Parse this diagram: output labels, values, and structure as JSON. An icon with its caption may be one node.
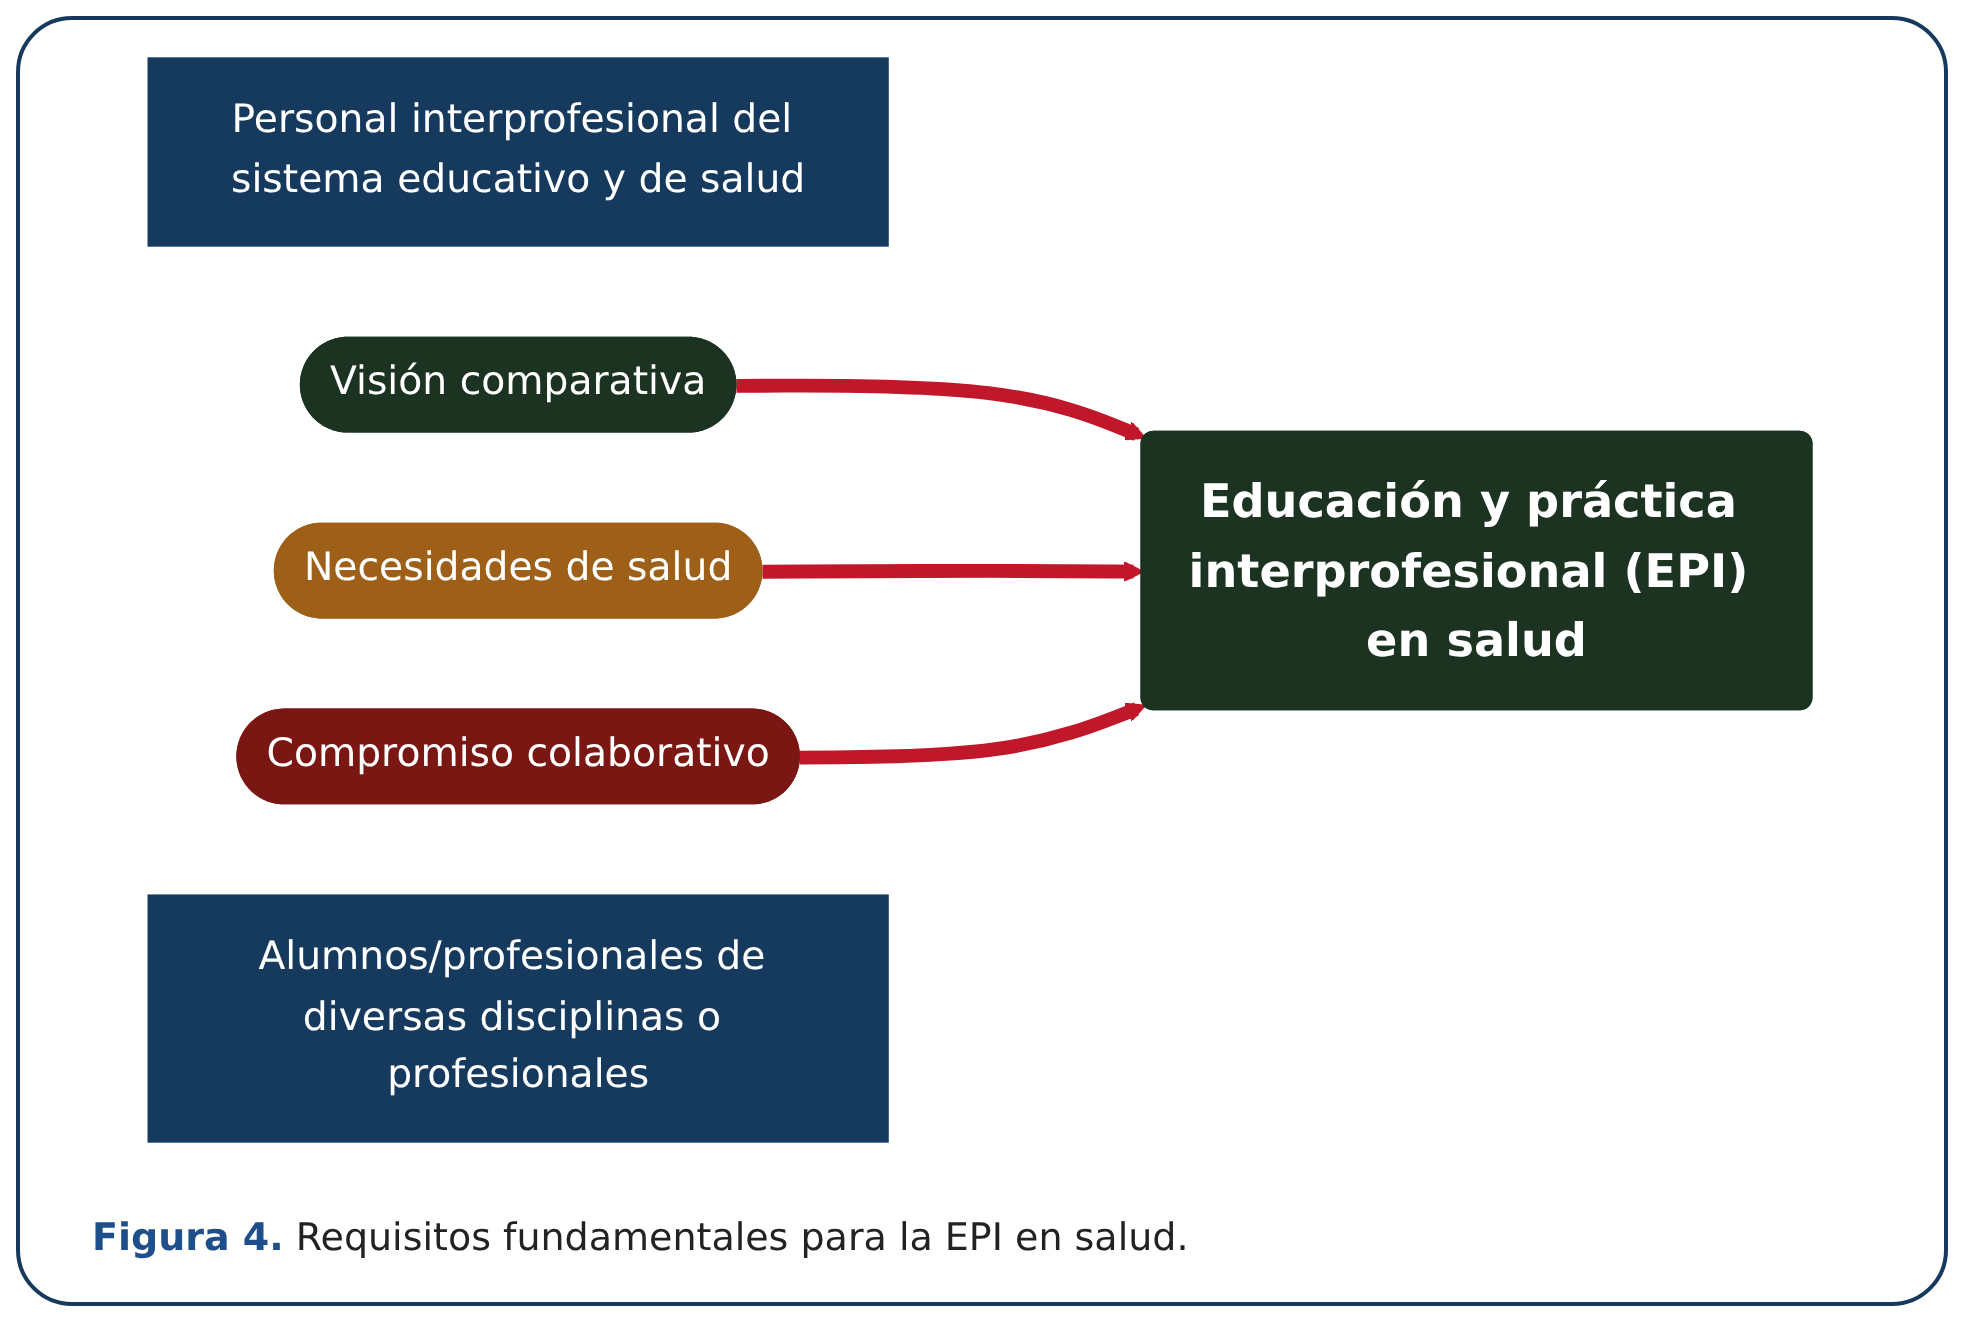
{
  "diagram": {
    "caption": "**Figura 4.** Requisitos fundamentales para la EPI en salud.",
    "nodes": [
      {
        "text": [
          "Personal interprofesional del sistema educativo y de salud"
        ]
      },
      {
        "text": [
          "Visión comparativa"
        ]
      },
      {
        "text": [
          "Necesidades de salud"
        ]
      },
      {
        "text": [
          "Compromiso colaborativo"
        ]
      },
      {
        "text": [
          "Educación y práctica interprofesional (EPI) en salud"
        ]
      },
      {
        "text": [
          "Alumnos/profesionales de diversas disciplinas o profesionales"
        ]
      }
    ],
    "edges": [
      {
        "from": 1,
        "to": 4,
        "arrow": "to"
      },
      {
        "from": 2,
        "to": 4,
        "arrow": "to"
      },
      {
        "from": 3,
        "to": 4,
        "arrow": "to"
      }
    ]
  }
}
